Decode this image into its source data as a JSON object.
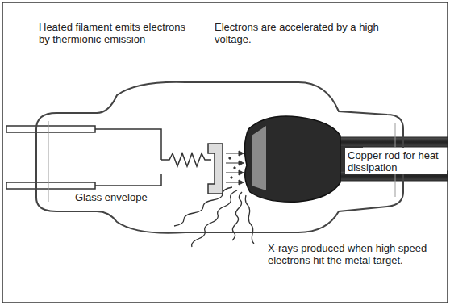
{
  "diagram": {
    "labels": [
      "Heated filament emits electrons by thermionic emission",
      "Electrons are accelerated by a high voltage.",
      "Copper rod for heat dissipation",
      "Glass envelope",
      "X-rays produced when high speed electrons hit the metal target."
    ]
  }
}
